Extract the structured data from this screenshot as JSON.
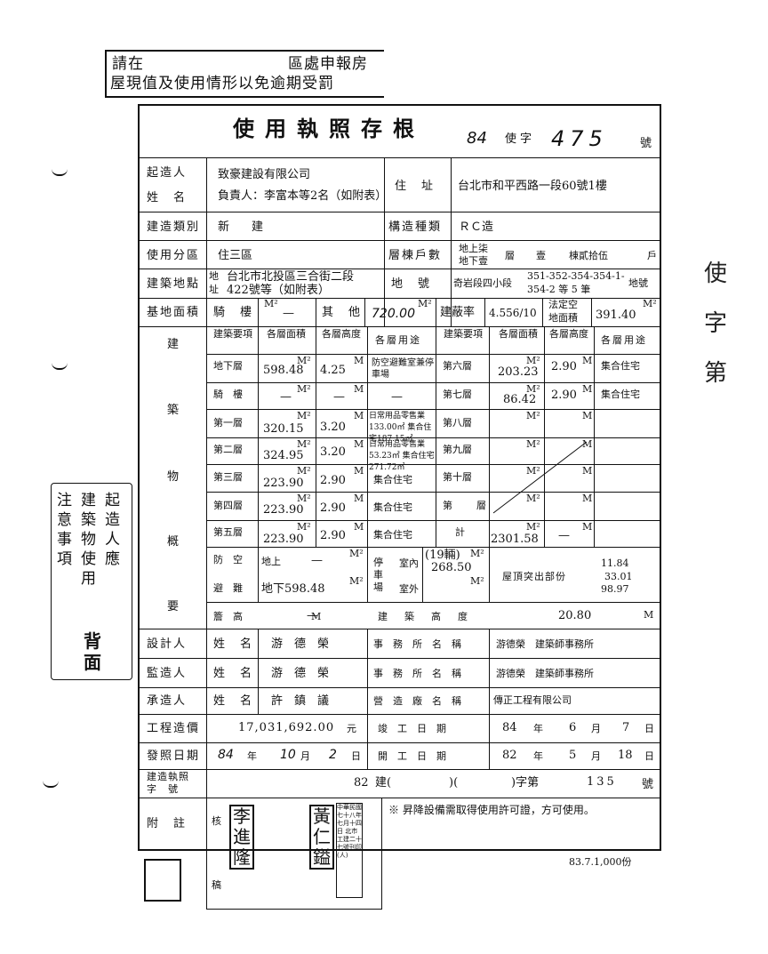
{
  "top_notice": {
    "line1": "請在　　　　　　　　　區處申報房",
    "line2": "屋現值及使用情形以免逾期受罰"
  },
  "header": {
    "title": "使用執照存根",
    "year": "84",
    "zi": "使字",
    "number": "475",
    "hao": "號"
  },
  "rows": {
    "builder_l1": "起造人",
    "builder_l2": "姓　名",
    "builder_name1": "致豪建設有限公司",
    "builder_name2": "負責人：李富本等2名（如附表）",
    "address_label": "住　址",
    "address_value": "台北市和平西路一段60號1樓",
    "build_type_label": "建造類別",
    "build_type_value": "新　建",
    "struct_label": "構造種類",
    "struct_value": "ＲＣ造",
    "zone_label": "使用分區",
    "zone_value": "住三區",
    "floors_label": "層棟戶數",
    "floors_above": "地上柒",
    "floors_below": "地下壹",
    "floors_ceng": "層",
    "floors_one": "壹",
    "floors_dong": "棟貳拾伍",
    "floors_hu": "戶",
    "site_label": "建築地點",
    "site_prefix1": "地",
    "site_prefix2": "址",
    "site_value1": "台北市北投區三合街二段",
    "site_value2": "422號等（如附表）",
    "lot_label": "地　號",
    "lot_section": "奇岩段四小段",
    "lot_numbers1": "351-352-354-354-1-",
    "lot_numbers2": "354-2 等 5 筆",
    "lot_suffix": "地號"
  },
  "area": {
    "label": "基地面積",
    "arcade_label": "騎　樓",
    "unit": "M²",
    "dash": "—",
    "other_label": "其　他",
    "other_value": "720.00",
    "coverage_label": "建蔽率",
    "coverage_value": "4.556/10",
    "legal_label1": "法定空",
    "legal_label2": "地面積",
    "legal_value": "391.40"
  },
  "building": {
    "side_chars": [
      "建",
      "築",
      "物",
      "概",
      "要"
    ],
    "h_item": "建築要項",
    "h_area": "各層面積",
    "h_height": "各層高度",
    "h_use": "各層用途",
    "left_rows": [
      {
        "name": "地下層",
        "area": "598.48",
        "height": "4.25",
        "use": "防空避難室兼停車場"
      },
      {
        "name": "騎　樓",
        "area": "—",
        "height": "—",
        "use": "—"
      },
      {
        "name": "第一層",
        "area": "320.15",
        "height": "3.20",
        "use": "日常用品零售業133.00㎡ 集合住宅187.15㎡"
      },
      {
        "name": "第二層",
        "area": "324.95",
        "height": "3.20",
        "use": "日常用品零售業53.23㎡ 集合住宅271.72㎡"
      },
      {
        "name": "第三層",
        "area": "223.90",
        "height": "2.90",
        "use": "集合住宅"
      },
      {
        "name": "第四層",
        "area": "223.90",
        "height": "2.90",
        "use": "集合住宅"
      },
      {
        "name": "第五層",
        "area": "223.90",
        "height": "2.90",
        "use": "集合住宅"
      }
    ],
    "right_rows": [
      {
        "name": "第六層",
        "area": "203.23",
        "height": "2.90",
        "use": "集合住宅"
      },
      {
        "name": "第七層",
        "area": "86.42",
        "height": "2.90",
        "use": "集合住宅"
      },
      {
        "name": "第八層",
        "area": "",
        "height": "",
        "use": ""
      },
      {
        "name": "第九層",
        "area": "",
        "height": "",
        "use": ""
      },
      {
        "name": "第十層",
        "area": "",
        "height": "",
        "use": ""
      },
      {
        "name": "第　層",
        "area": "",
        "height": "",
        "use": ""
      },
      {
        "name": "計",
        "area": "2301.58",
        "height": "—",
        "use": ""
      }
    ],
    "unit_m": "M",
    "air_l1": "防　空",
    "air_l2": "避　難",
    "air_above": "地上",
    "air_dash": "—",
    "air_below": "地下598.48",
    "parking_label": "停車場",
    "parking_in": "室內",
    "parking_out": "室外",
    "parking_count": "(19輛)",
    "parking_area": "268.50",
    "roof_label": "屋頂突出部份",
    "roof_values": [
      "11.84",
      "33.01",
      "98.97"
    ],
    "eaves_label": "簷　高",
    "eaves_value": "—",
    "bheight_label": "建　築　高　度",
    "bheight_value": "20.80"
  },
  "people": {
    "designer_label": "設計人",
    "supervisor_label": "監造人",
    "contractor_label": "承造人",
    "name_label": "姓　名",
    "designer_name": "游　德　榮",
    "supervisor_name": "游　德　榮",
    "contractor_name": "許　鎮　議",
    "office_label": "事　務　所　名　稱",
    "factory_label": "營　造　廠　名　稱",
    "designer_office": "游德榮　建築師事務所",
    "supervisor_office": "游德榮　建築師事務所",
    "contractor_office": "傳正工程有限公司"
  },
  "cost": {
    "label": "工程造價",
    "value": "17,031,692.00",
    "unit": "元",
    "complete_label": "竣　工　日　期",
    "complete_year": "84",
    "complete_month": "6",
    "complete_day": "7",
    "nian": "年",
    "yue": "月",
    "ri": "日"
  },
  "issue": {
    "label": "發照日期",
    "year": "84",
    "month": "10",
    "day": "2",
    "start_label": "開　工　日　期",
    "start_year": "82",
    "start_month": "5",
    "start_day": "18"
  },
  "permit": {
    "label1": "建造執照",
    "label2": "字　號",
    "year": "82",
    "jian": "建(",
    "mid": ")(",
    "zi": ")字第",
    "number": "135",
    "hao": "號"
  },
  "attach": {
    "label": "附　註",
    "note": "※ 昇降設備需取得使用許可證，方可使用。",
    "review": "核",
    "check": "稿",
    "seal_name": "李進隆",
    "seal_official": "黃仁鎰",
    "stamp_text": "中華民國七十八年七月十四日 北市工建二十七號刊印(人)"
  },
  "footer": {
    "print": "83.7.1,000份"
  },
  "side_notice": {
    "col1": "注意事項",
    "col2": "建築物使用",
    "col3": "起造人應",
    "back": "背面"
  },
  "right_margin": "使字第"
}
